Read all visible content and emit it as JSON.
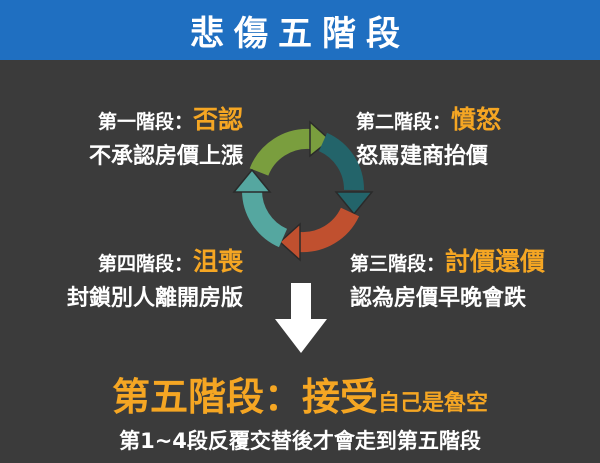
{
  "title": "悲傷五階段",
  "stages": [
    {
      "label": "第一階段：",
      "name": "否認",
      "desc": "不承認房價上漲"
    },
    {
      "label": "第二階段：",
      "name": "憤怒",
      "desc": "怒罵建商抬價"
    },
    {
      "label": "第三階段：",
      "name": "討價還價",
      "desc": "認為房價早晚會跌"
    },
    {
      "label": "第四階段：",
      "name": "沮喪",
      "desc": "封鎖別人離開房版"
    }
  ],
  "final": {
    "label": "第五階段：",
    "name": "接受",
    "note": "自己是魯空",
    "subtitle": "第1~4段反覆交替後才會走到第五階段"
  },
  "colors": {
    "header": "#1f6fc1",
    "background": "#3b3b3b",
    "accent": "#f5a623",
    "arc_top_left": "#7a9e3e",
    "arc_top_right": "#23646a",
    "arc_bottom_right": "#c0502f",
    "arc_bottom_left": "#55a7a0"
  }
}
